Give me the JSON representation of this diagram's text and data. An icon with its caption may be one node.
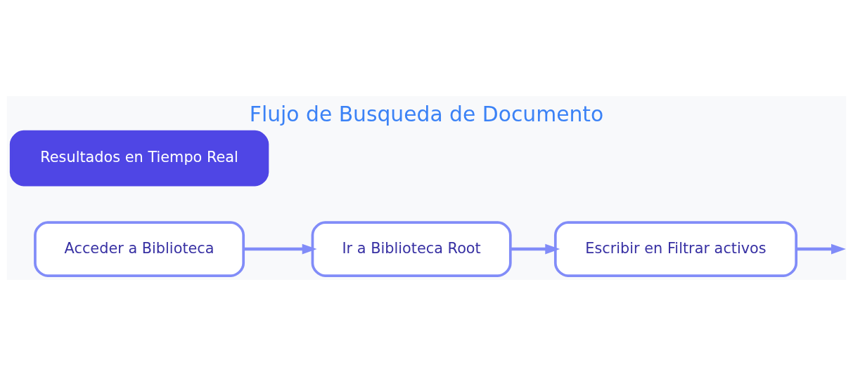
{
  "diagram": {
    "title": "Flujo de Busqueda de Documento",
    "nodes": [
      {
        "text": [
          "Acceder a Biblioteca"
        ]
      },
      {
        "text": [
          "Ir a Biblioteca Root"
        ]
      },
      {
        "text": [
          "Escribir en Filtrar activos"
        ]
      },
      {
        "text": [
          "Resultados en Tiempo Real"
        ]
      }
    ],
    "edges": [
      {
        "from": 0,
        "to": 1,
        "arrow": "to"
      },
      {
        "from": 1,
        "to": 2,
        "arrow": "to"
      },
      {
        "from": 2,
        "to": null,
        "arrow": "to"
      }
    ]
  }
}
